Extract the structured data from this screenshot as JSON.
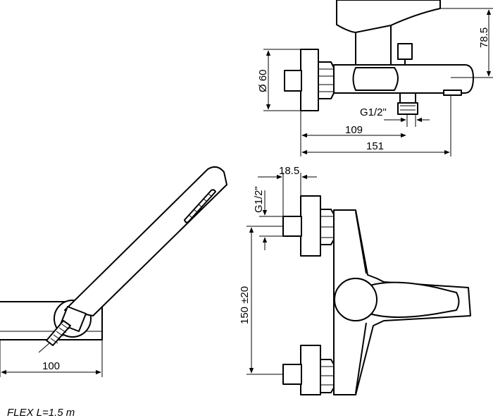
{
  "dimensions": {
    "dia_60": "Ø 60",
    "h_78_5": "78.5",
    "thread_top": "G1/2\"",
    "len_109": "109",
    "len_151": "151",
    "w_18_5": "18.5",
    "thread_side": "G1/2\"",
    "spacing_150": "150 ±20",
    "holder_100": "100"
  },
  "note": "FLEX  L=1.5  m"
}
